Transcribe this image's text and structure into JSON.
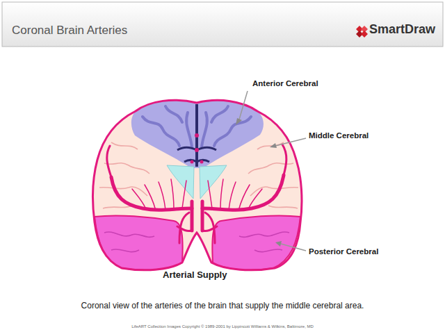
{
  "diagram": {
    "title": "Coronal Brain Arteries",
    "caption": "Coronal view of the arteries of the brain that supply the middle cerebral area.",
    "labels": [
      "SmartDraw",
      "Anterior Cerebral",
      "Middle Cerebral",
      "Posterior Cerebral",
      "Arterial Supply",
      "LifeART Collection Images Copyright © 1989-2001 by Lippincott Williams & Wilkins, Baltimore, MD"
    ]
  }
}
